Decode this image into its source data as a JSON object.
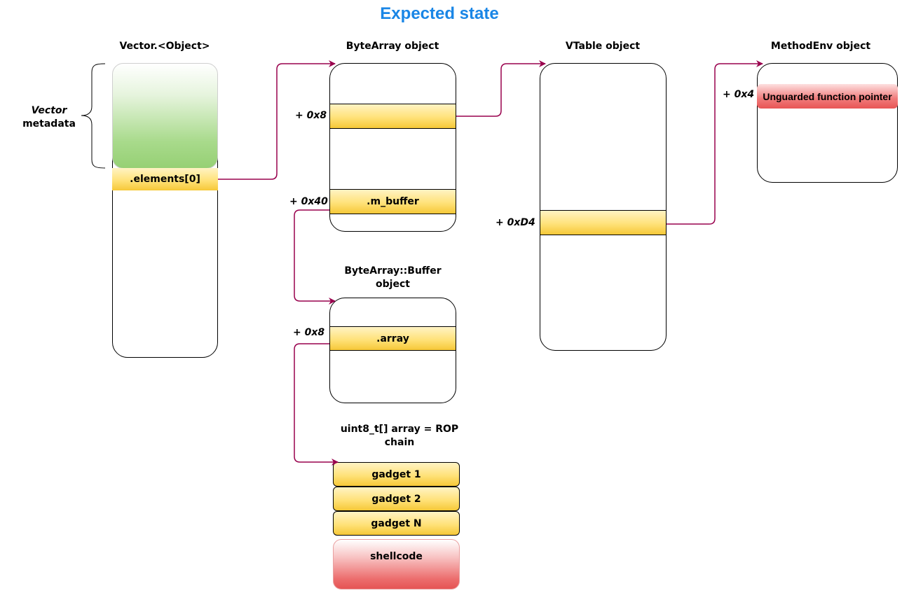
{
  "title": "Expected state",
  "vector": {
    "header": "Vector.<Object>",
    "metadata_word": "Vector",
    "metadata_label": "metadata",
    "field_elements": ".elements[0]"
  },
  "bytearray": {
    "header": "ByteArray object",
    "offset_vtable": "+ 0x8",
    "offset_buffer": "+ 0x40",
    "field_buffer": ".m_buffer"
  },
  "buffer": {
    "header_line1": "ByteArray::Buffer",
    "header_line2": "object",
    "offset_array": "+ 0x8",
    "field_array": ".array"
  },
  "vtable": {
    "header": "VTable object",
    "offset_method": "+ 0xD4"
  },
  "methodenv": {
    "header": "MethodEnv object",
    "offset_fp": "+ 0x4",
    "field_fp": "Unguarded function pointer"
  },
  "rop": {
    "header_line1": "uint8_t[] array = ROP",
    "header_line2": "chain",
    "gadgets": [
      "gadget 1",
      "gadget 2",
      "gadget N"
    ],
    "shellcode": "shellcode"
  },
  "colors": {
    "title": "#1a86e6",
    "arrow": "#99004d",
    "field_yellow": "#ffe27a",
    "field_red": "#f07a7a",
    "metadata_green": "#a8da8b"
  }
}
